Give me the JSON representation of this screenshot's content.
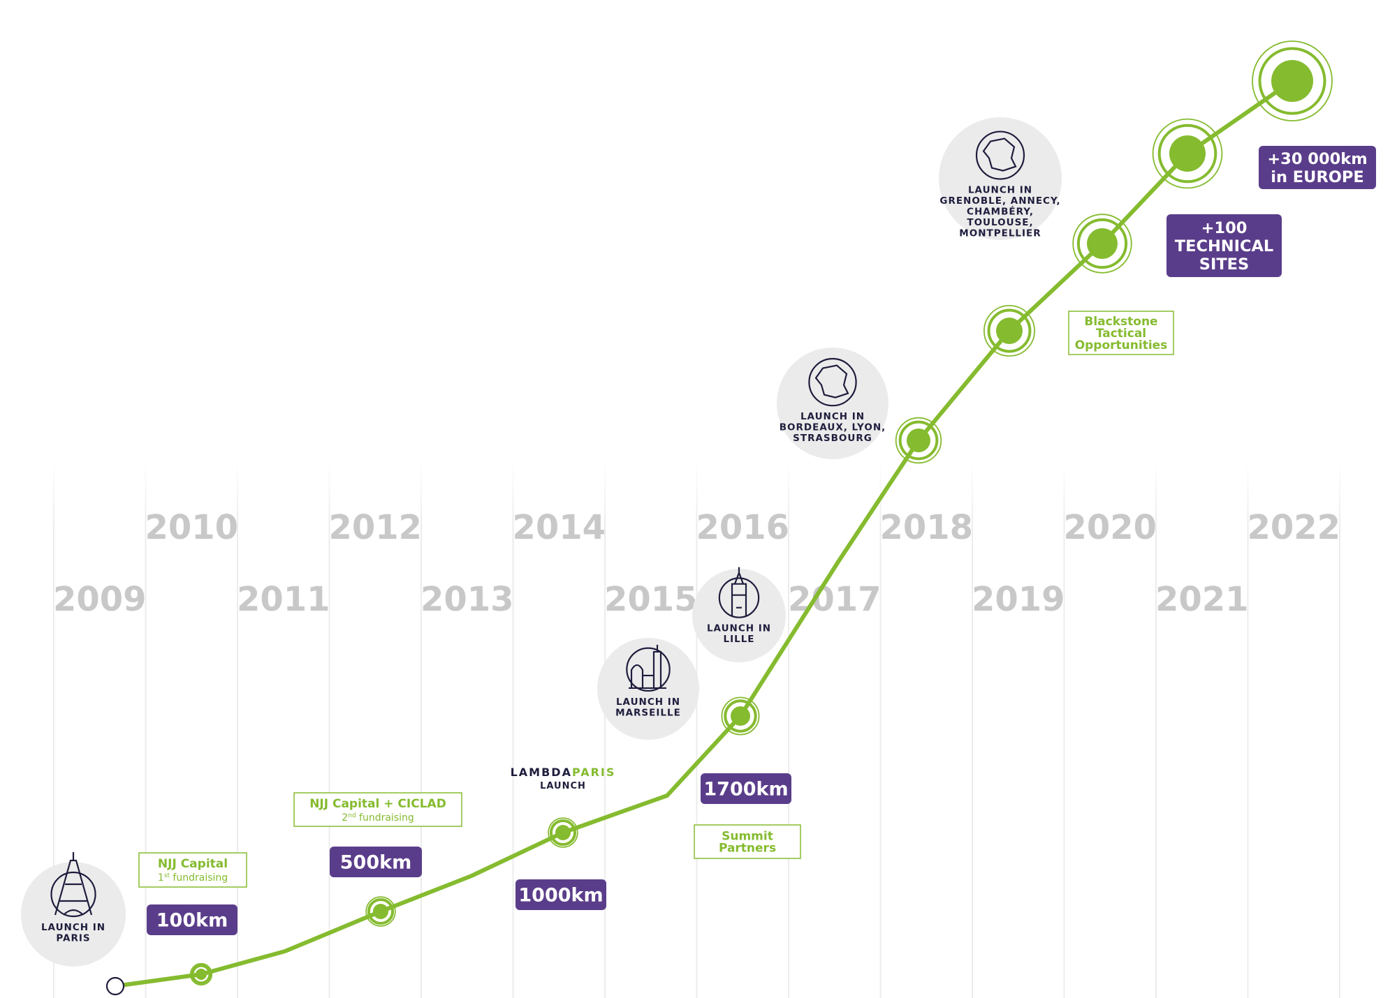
{
  "colors": {
    "line": "#85bb2f",
    "badge": "#5a3d8a",
    "year": "#c8c8c8",
    "grid": "#ececec",
    "circle_bg": "#ebebeb",
    "icon": "#1e1d3d"
  },
  "chart_data": {
    "type": "line",
    "title": "",
    "xlabel": "",
    "ylabel": "",
    "grid": true,
    "categories": [
      "2009",
      "2010",
      "2011",
      "2012",
      "2013",
      "2014",
      "2015",
      "2016",
      "2017",
      "2018",
      "2019",
      "2020",
      "2021",
      "2022"
    ],
    "series": [
      {
        "values": [
          0,
          100,
          250,
          500,
          750,
          1000,
          1350,
          1700,
          3500,
          5200,
          6900,
          8500,
          10200,
          11600
        ]
      }
    ],
    "milestones": [
      {
        "year": "2009",
        "km_label": "",
        "open_start": true
      },
      {
        "year": "2010",
        "km_label": "100km"
      },
      {
        "year": "2012",
        "km_label": "500km"
      },
      {
        "year": "2014",
        "km_label": "1000km"
      },
      {
        "year": "2016",
        "km_label": "1700km"
      },
      {
        "year": "2018",
        "km_label": ""
      },
      {
        "year": "2019",
        "km_label": ""
      },
      {
        "year": "2020",
        "km_label": "+100 TECHNICAL SITES"
      },
      {
        "year": "2021",
        "km_label": ""
      },
      {
        "year": "2022",
        "km_label": "+30 000km in EUROPE"
      }
    ],
    "km_badges": [
      {
        "lines": [
          "100km"
        ]
      },
      {
        "lines": [
          "500km"
        ]
      },
      {
        "lines": [
          "1000km"
        ]
      },
      {
        "lines": [
          "1700km"
        ]
      },
      {
        "lines": [
          "+100",
          "TECHNICAL",
          "SITES"
        ]
      },
      {
        "lines": [
          "+30 000km",
          "in EUROPE"
        ]
      }
    ],
    "investors": [
      {
        "name": "NJJ Capital",
        "sub_prefix": "1",
        "sub_sup": "st",
        "sub_rest": " fundraising"
      },
      {
        "name": "NJJ Capital + CICLAD",
        "sub_prefix": "2",
        "sub_sup": "nd",
        "sub_rest": " fundraising"
      },
      {
        "name": "Summit\nPartners",
        "sub_prefix": "",
        "sub_sup": "",
        "sub_rest": ""
      },
      {
        "name": "Blackstone\nTactical\nOpportunities",
        "sub_prefix": "",
        "sub_sup": "",
        "sub_rest": ""
      }
    ],
    "launches": [
      {
        "icon": "eiffel-tower-icon",
        "lines": [
          "LAUNCH IN",
          "PARIS"
        ]
      },
      {
        "icon": "basilica-icon",
        "lines": [
          "LAUNCH IN",
          "MARSEILLE"
        ]
      },
      {
        "icon": "belfry-icon",
        "lines": [
          "LAUNCH IN",
          "LILLE"
        ]
      },
      {
        "icon": "france-map-icon",
        "lines": [
          "LAUNCH IN",
          "BORDEAUX, LYON,",
          "STRASBOURG"
        ]
      },
      {
        "icon": "france-map-icon",
        "lines": [
          "LAUNCH IN",
          "GRENOBLE, ANNECY,",
          "CHAMBÉRY,",
          "TOULOUSE,",
          "MONTPELLIER"
        ]
      }
    ],
    "brand_launch": {
      "part1": "LAMBDA",
      "part2": "PARIS",
      "sub": "LAUNCH"
    }
  }
}
